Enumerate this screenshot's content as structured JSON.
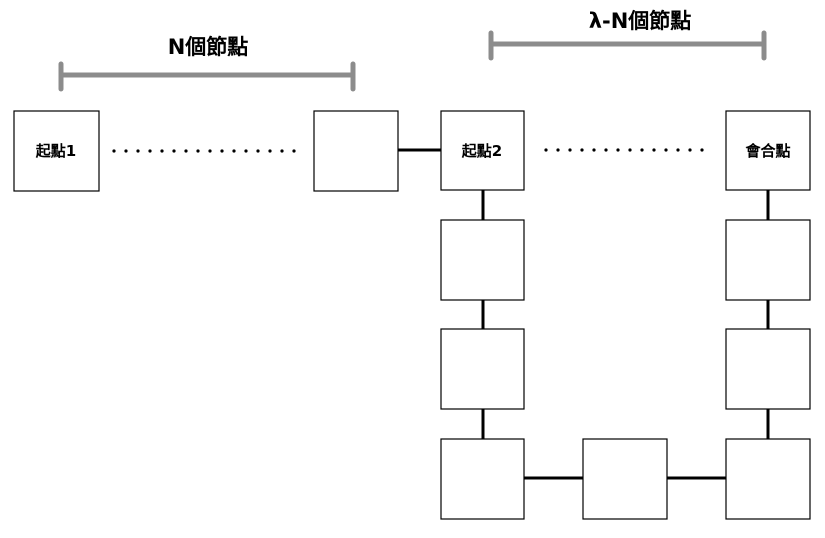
{
  "brackets": {
    "left_label": "N個節點",
    "right_label": "λ-N個節點"
  },
  "nodes": {
    "start1_label": "起點1",
    "start2_label": "起點2",
    "meet_label": "會合點"
  },
  "colors": {
    "bracket": "#8c8c8c",
    "stroke": "#000000",
    "background": "#ffffff"
  }
}
